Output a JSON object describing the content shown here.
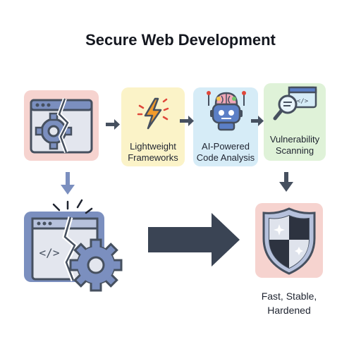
{
  "title": "Secure Web Development",
  "steps": [
    {
      "label_line1": "Lightweight",
      "label_line2": "Frameworks",
      "icon": "lightning-bolt-icon"
    },
    {
      "label_line1": "AI-Powered",
      "label_line2": "Code Analysis",
      "icon": "robot-brain-icon"
    },
    {
      "label_line1": "Vulnerability",
      "label_line2": "Scanning",
      "icon": "magnifier-code-icon"
    }
  ],
  "result": {
    "line1": "Fast, Stable,",
    "line2": "Hardened",
    "icon": "shield-icon"
  },
  "legacy": {
    "small_icon": "broken-browser-gear-icon",
    "large_icon": "broken-code-window-gear-icon"
  },
  "colors": {
    "pink": "#f6d3cf",
    "yellow": "#fbf3c8",
    "blue": "#d6ecf7",
    "green": "#dff2d8",
    "slate": "#46505f",
    "gear_blue": "#7b8fbf"
  }
}
